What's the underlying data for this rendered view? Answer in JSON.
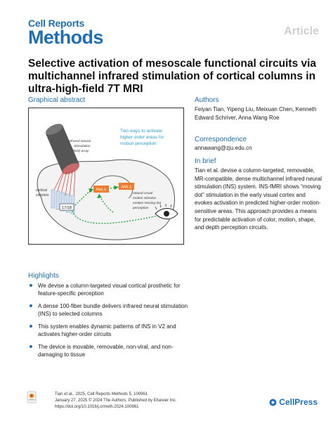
{
  "header": {
    "journal_small": "Cell Reports",
    "journal_big": "Methods",
    "article_type": "Article"
  },
  "title": "Selective activation of mesoscale functional circuits via multichannel infrared stimulation of cortical columns in ultra-high-field 7T MRI",
  "graphical_abstract": {
    "heading": "Graphical abstract",
    "callout_line1": "Two ways to activate",
    "callout_line2": "higher order areas for",
    "callout_line3": "motion perception",
    "array_label_line1": "Infrared Neural",
    "array_label_line2": "Stimulation",
    "array_label_line3": "(INS) array",
    "columns_label_line1": "cortical",
    "columns_label_line2": "columns",
    "stim_label_line1": "natural visual",
    "stim_label_line2": "motion stimulus",
    "stim_label_line3": "evokes moving dot",
    "stim_label_line4": "perception",
    "area1": "PMLS",
    "area2": "AMLS",
    "area3": "17/18"
  },
  "authors": {
    "heading": "Authors",
    "names": "Feiyan Tian, Yipeng Liu, Meixuan Chen, Kenneth Edward Schriver, Anna Wang Roe"
  },
  "correspondence": {
    "heading": "Correspondence",
    "email": "annawang@zju.edu.cn"
  },
  "in_brief": {
    "heading": "In brief",
    "text": "Tian et al. devise a column-targeted, removable, MR-compatible, dense multichannel infrared neural stimulation (INS) system. INS-fMRI shows “moving dot” stimulation in the early visual cortex and evokes activation in predicted higher-order motion-sensitive areas. This approach provides a means for predictable activation of color, motion, shape, and depth perception circuits."
  },
  "highlights": {
    "heading": "Highlights",
    "items": [
      "We devise a column-targeted visual cortical prosthetic for feature-specific perception",
      "A dense 100-fiber bundle delivers infrared neural stimulation (INS) to selected columns",
      "This system enables dynamic patterns of INS in V2 and activates higher-order circuits",
      "The device is movable, removable, non-viral, and non-damaging to tissue"
    ]
  },
  "footer": {
    "line1": "Tian et al., 2025, Cell Reports Methods 5, 100961",
    "line2": "January 27, 2025 © 2024 The Authors. Published by Elsevier Inc.",
    "line3": "https://doi.org/10.1016/j.crmeth.2024.100961",
    "publisher": "CellPress"
  },
  "colors": {
    "accent": "#1f6fb2",
    "callout": "#2a9fd6",
    "green_arrow": "#1fa33a",
    "area_orange": "#f07a2a",
    "fiber_red": "#d9352b"
  }
}
